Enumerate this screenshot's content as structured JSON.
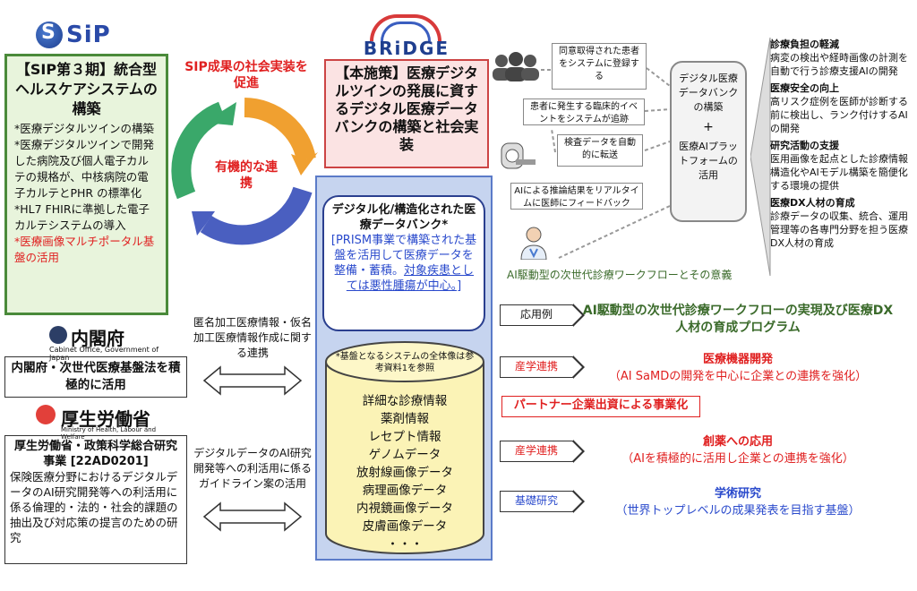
{
  "logos": {
    "sip": "SiP",
    "bridge": "BRiDGE",
    "cabinet": {
      "name": "内閣府",
      "sub": "Cabinet Office, Government of Japan"
    },
    "mhlw": {
      "name": "厚生労働省",
      "sub": "Ministry of Health, Labour and Welfare"
    }
  },
  "sip_box": {
    "title": "【SIP第３期】統合型ヘルスケアシステムの構築",
    "items": [
      "*医療デジタルツインの構築",
      "*医療デジタルツインで開発した病院及び個人電子カルテの規格が、中核病院の電子カルテとPHR の標準化",
      "*HL7 FHIRに準拠した電子カルテシステムの導入"
    ],
    "red_item": "*医療画像マルチポータル基盤の活用"
  },
  "promote_label": "SIP成果の社会実装を促進",
  "cycle_label": "有機的な連携",
  "main_policy": "【本施策】医療デジタルツインの発展に資するデジタル医療データバンクの構築と社会実装",
  "bubble": {
    "title": "デジタル化/構造化された医療データバンク*",
    "blue_pre": "[PRISM事業で構築された基盤を活用して医療データを整備・蓄積。",
    "blue_underline": "対象疾患としては悪性腫瘍が中心。",
    "blue_post": "]"
  },
  "db": {
    "note": "*基盤となるシステムの全体像は参考資料1を参照",
    "items": [
      "詳細な診療情報",
      "薬剤情報",
      "レセプト情報",
      "ゲノムデータ",
      "放射線画像データ",
      "病理画像データ",
      "内視鏡画像データ",
      "皮膚画像データ",
      "・・・"
    ]
  },
  "cabinet_box": "内閣府・次世代医療基盤法を積極的に活用",
  "mhlw_box": {
    "title": "厚生労働省・政策科学総合研究事業 [22AD0201]",
    "body": "保険医療分野におけるデジタルデータのAI研究開発等への利活用に係る倫理的・法的・社会的課題の抽出及び対応策の提言のための研究"
  },
  "link1": "匿名加工医療情報・仮名加工医療情報作成に関する連携",
  "link2": "デジタルデータのAI研究開発等への利活用に係るガイドライン案の活用",
  "workflow": {
    "step1": "同意取得された患者をシステムに登録する",
    "step2": "患者に発生する臨床的イベントをシステムが追跡",
    "step3": "検査データを自動的に転送",
    "step4": "AIによる推論結果をリアルタイムに医師にフィードバック",
    "capsule_top": "デジタル医療データバンクの構築",
    "capsule_plus": "+",
    "capsule_bottom": "医療AIプラットフォームの活用",
    "caption": "AI駆動型の次世代診療ワークフローとその意義"
  },
  "right_list": [
    {
      "h": "診療負担の軽減",
      "b": "病変の検出や経時画像の計測を自動で行う診療支援AIの開発"
    },
    {
      "h": "医療安全の向上",
      "b": "高リスク症例を医師が診断する前に検出し、ランク付けするAIの開発"
    },
    {
      "h": "研究活動の支援",
      "b": "医用画像を起点とした診療情報構造化やAIモデル構築を簡便化する環境の提供"
    },
    {
      "h": "医療DX人材の育成",
      "b": "診療データの収集、統合、運用管理等の各専門分野を担う医療DX人材の育成"
    }
  ],
  "outputs": {
    "o1_label": "応用例",
    "o1": "AI駆動型の次世代診療ワークフローの実現及び医療DX人材の育成プログラム",
    "o2_label": "産学連携",
    "o2_title": "医療機器開発",
    "o2_sub": "（AI SaMDの開発を中心に企業との連携を強化）",
    "partner": "パートナー企業出資による事業化",
    "o3_label": "産学連携",
    "o3_title": "創薬への応用",
    "o3_sub": "（AIを積極的に活用し企業との連携を強化）",
    "o4_label": "基礎研究",
    "o4_title": "学術研究",
    "o4_sub": "（世界トップレベルの成果発表を目指す基盤）"
  },
  "colors": {
    "green": "#4a8a3a",
    "red": "#e02020",
    "blue": "#2a4acc",
    "panel": "#c6d4ef"
  }
}
